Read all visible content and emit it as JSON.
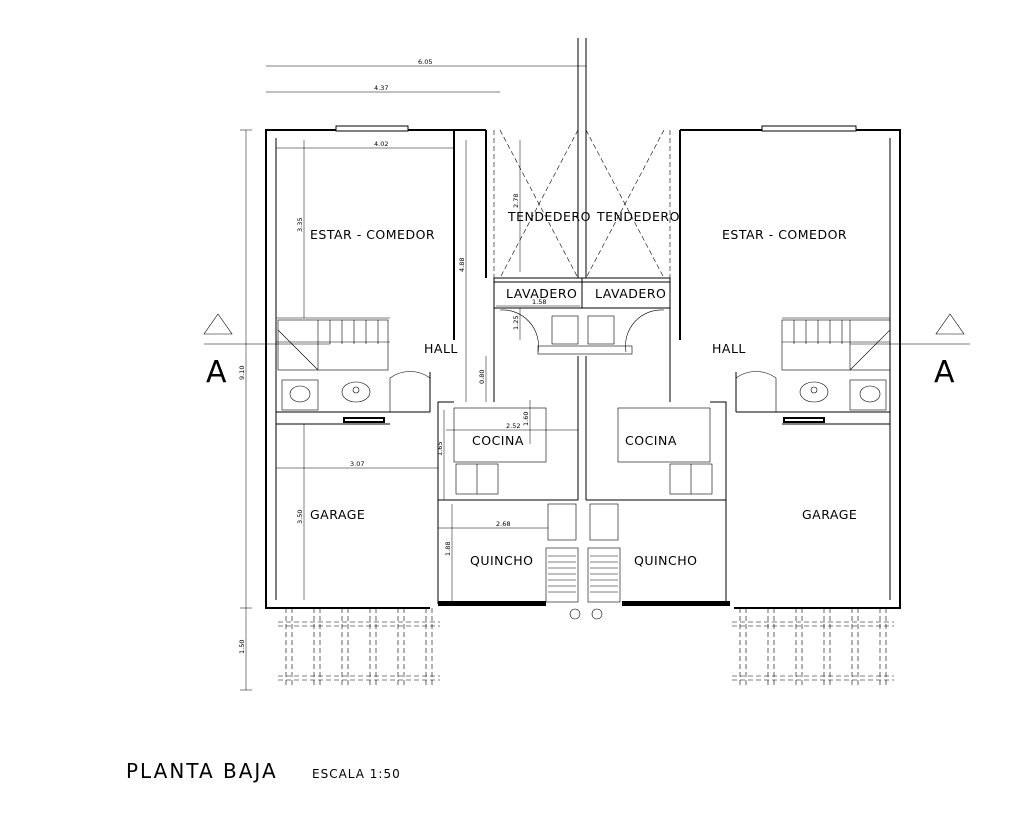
{
  "drawing": {
    "title": "PLANTA BAJA",
    "scale": "ESCALA 1:50",
    "section_mark": "A"
  },
  "rooms": {
    "estar_comedor": "ESTAR - COMEDOR",
    "tendedero": "TENDEDERO",
    "lavadero": "LAVADERO",
    "hall": "HALL",
    "cocina": "COCINA",
    "garage": "GARAGE",
    "quincho": "QUINCHO"
  },
  "dimensions": {
    "d_605": "6.05",
    "d_437": "4.37",
    "d_402": "4.02",
    "d_335": "3.35",
    "d_488": "4.88",
    "d_278": "2.78",
    "d_158": "1.58",
    "d_125": "1.25",
    "d_080": "0.80",
    "d_252": "2.52",
    "d_160": "1.60",
    "d_165": "1.65",
    "d_307": "3.07",
    "d_350": "3.50",
    "d_268": "2.68",
    "d_188": "1.88",
    "d_910": "9.10",
    "d_150": "1.50"
  }
}
